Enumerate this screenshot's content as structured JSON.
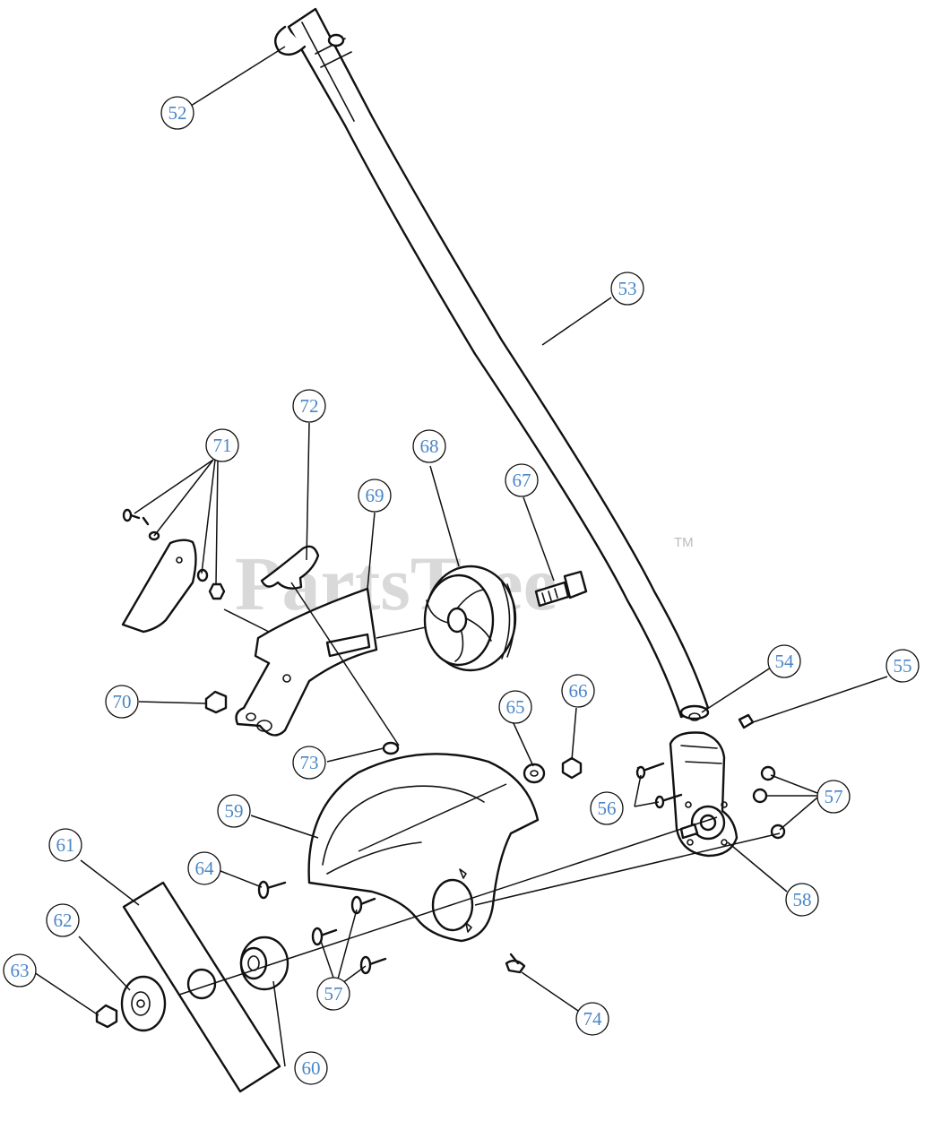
{
  "watermark": {
    "text": "PartsTree",
    "tm": "TM"
  },
  "callouts": {
    "c52": "52",
    "c53": "53",
    "c54": "54",
    "c55": "55",
    "c56": "56",
    "c57a": "57",
    "c57b": "57",
    "c58": "58",
    "c59": "59",
    "c60": "60",
    "c61": "61",
    "c62": "62",
    "c63": "63",
    "c64": "64",
    "c65": "65",
    "c66": "66",
    "c67": "67",
    "c68": "68",
    "c69": "69",
    "c70": "70",
    "c71": "71",
    "c72": "72",
    "c73": "73",
    "c74": "74"
  }
}
